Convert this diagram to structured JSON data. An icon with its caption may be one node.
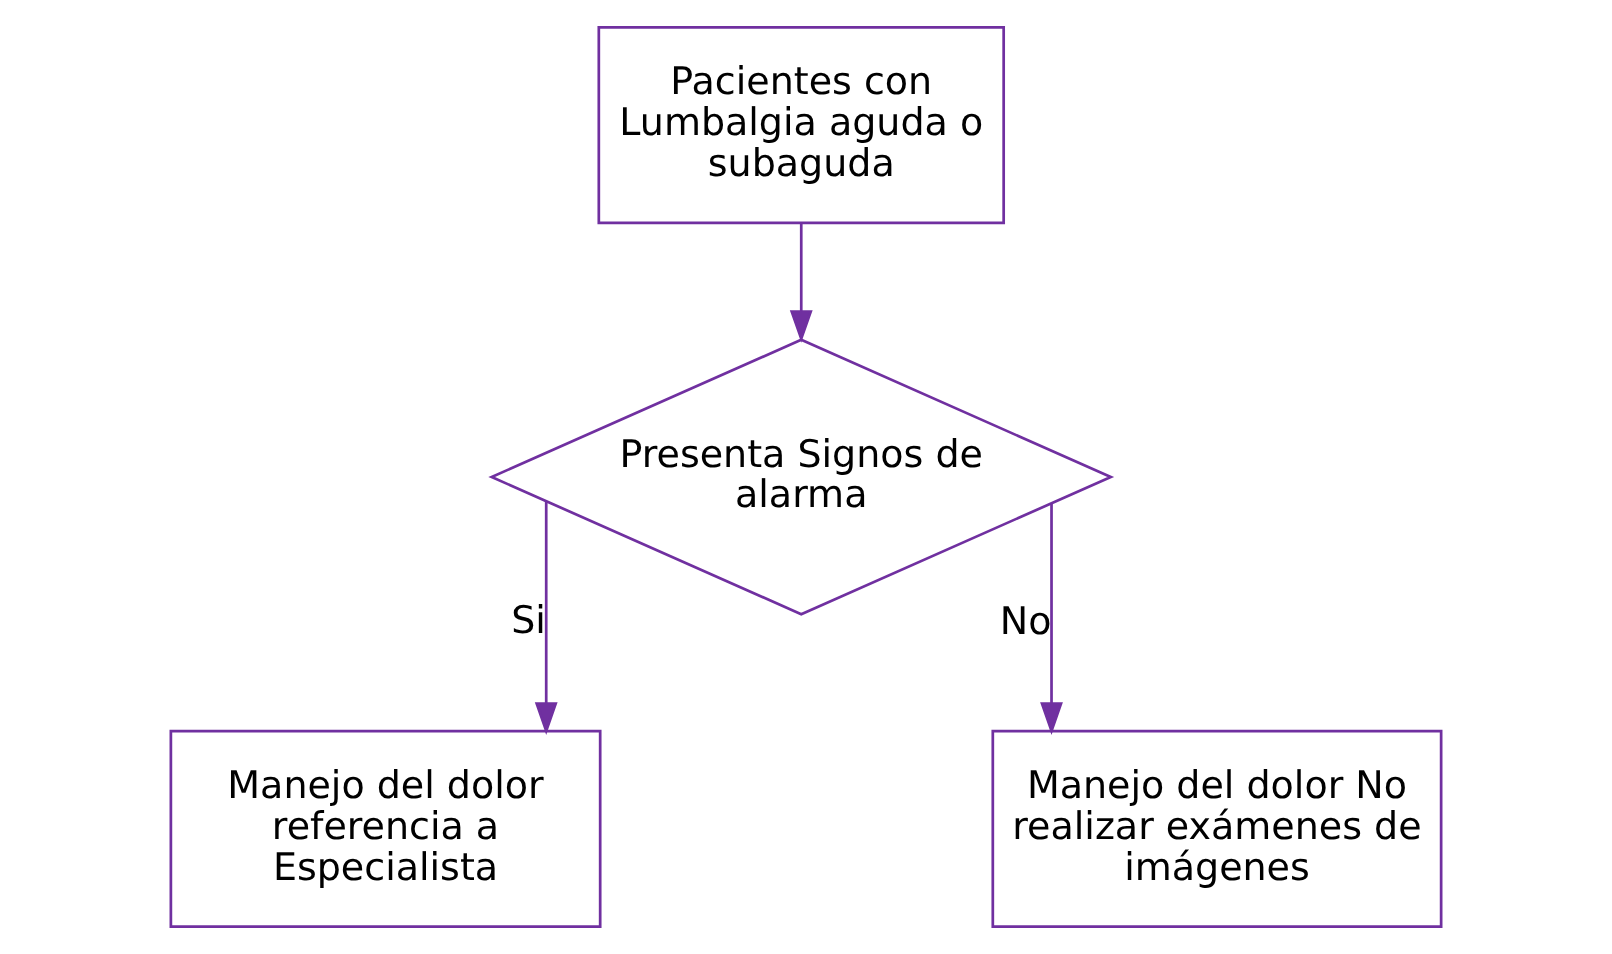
{
  "diagram": {
    "nodes": [
      {
        "text": [
          "Pacientes con Lumbalgia aguda o subaguda"
        ]
      },
      {
        "text": [
          "Presenta Signos de alarma"
        ]
      },
      {
        "text": [
          "Manejo del dolor referencia a Especialista"
        ]
      },
      {
        "text": [
          "Manejo del dolor No realizar exámenes de imágenes"
        ]
      }
    ],
    "edges": [
      {
        "from": 0,
        "to": 1,
        "arrow": "to"
      },
      {
        "from": 1,
        "to": 2,
        "arrow": "to",
        "label": "Si"
      },
      {
        "from": 1,
        "to": 3,
        "arrow": "to",
        "label": "No"
      }
    ]
  }
}
